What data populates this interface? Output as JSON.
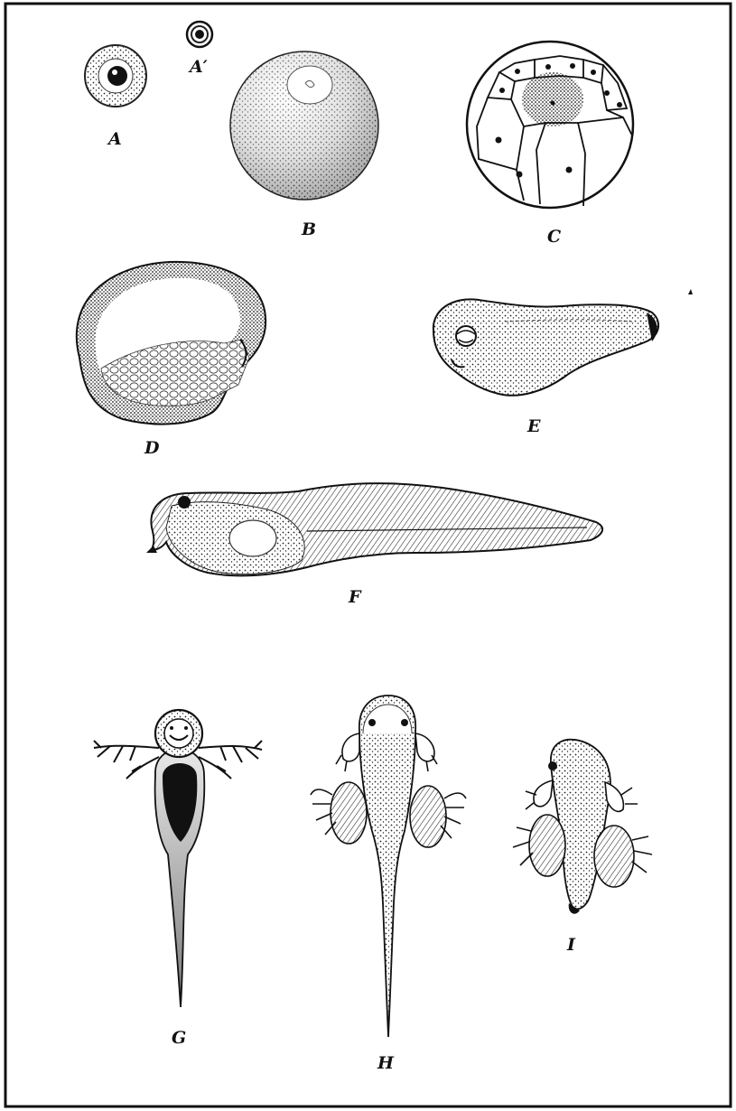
{
  "figure": {
    "labels": {
      "A": "A",
      "A_prime": "A′",
      "B": "B",
      "C": "C",
      "D": "D",
      "E": "E",
      "F": "F",
      "G": "G",
      "H": "H",
      "I": "I"
    }
  },
  "colors": {
    "ink": "#111111",
    "paper": "#ffffff",
    "mid_tone": "#9a9a9a",
    "dark_tone": "#2a2a2a"
  }
}
